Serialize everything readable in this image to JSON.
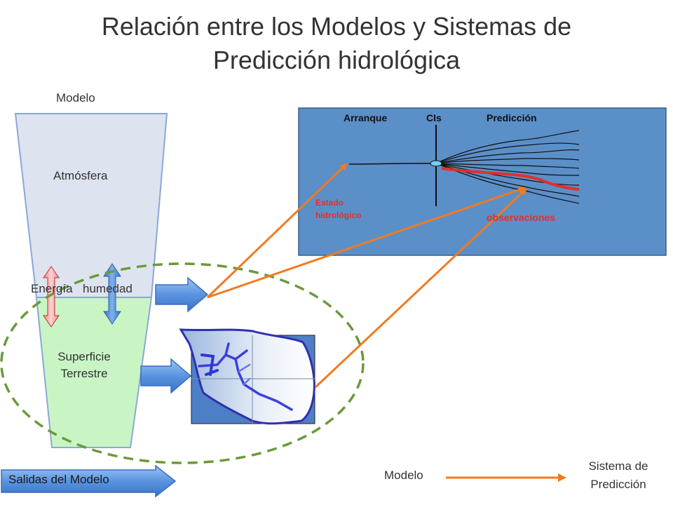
{
  "title": {
    "line1": "Relación entre los Modelos y Sistemas de",
    "line2": "Predicción hidrológica"
  },
  "model_column": {
    "header": "Modelo",
    "atmosphere": "Atmósfera",
    "energy": "Energía",
    "humidity": "humedad",
    "surface_line1": "Superficie",
    "surface_line2": "Terrestre"
  },
  "forecast_panel": {
    "header_start": "Arranque",
    "header_ics": "CIs",
    "header_prediction": "Predicción",
    "state_line1": "Estado",
    "state_line2": "hidrológico",
    "observations": "observaciones"
  },
  "model_outputs": "Salidas del Modelo",
  "legend": {
    "from": "Modelo",
    "to_line1": "Sistema de",
    "to_line2": "Predicción"
  },
  "colors": {
    "atmosphere_fill": "#dde3ef",
    "surface_fill": "#c9f5c5",
    "panel_fill": "#5b8fc8",
    "orange_arrow": "#f07a22",
    "observation_red": "#e0302a",
    "dashed_ellipse": "#6a9a3a",
    "blue_arrow": "#4a86d6"
  }
}
